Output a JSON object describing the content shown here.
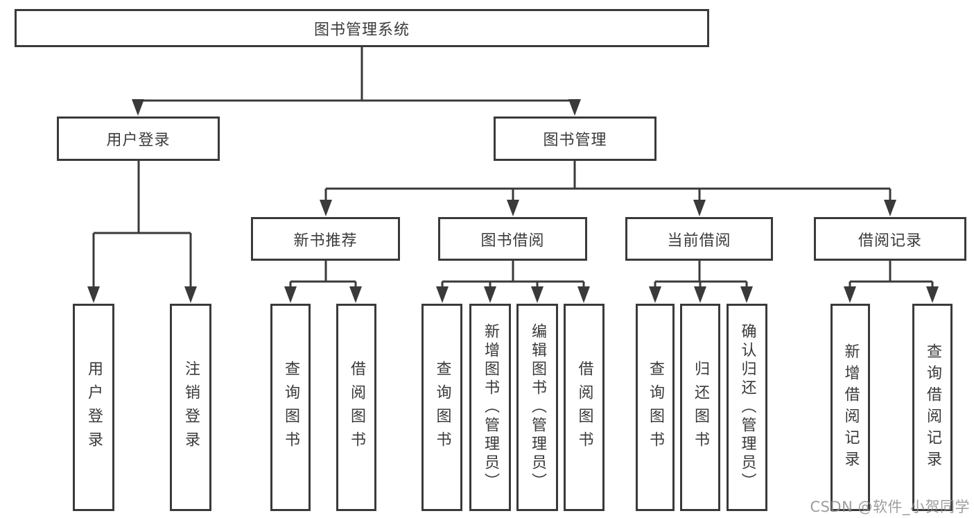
{
  "tree": {
    "label": "图书管理系统",
    "children": [
      {
        "label": "用户登录",
        "children": [
          {
            "label": "用户登录"
          },
          {
            "label": "注销登录"
          }
        ]
      },
      {
        "label": "图书管理",
        "children": [
          {
            "label": "新书推荐",
            "children": [
              {
                "label": "查询图书"
              },
              {
                "label": "借阅图书"
              }
            ]
          },
          {
            "label": "图书借阅",
            "children": [
              {
                "label": "查询图书"
              },
              {
                "label": "新增图书（管理员）"
              },
              {
                "label": "编辑图书（管理员）"
              },
              {
                "label": "借阅图书"
              }
            ]
          },
          {
            "label": "当前借阅",
            "children": [
              {
                "label": "查询图书"
              },
              {
                "label": "归还图书"
              },
              {
                "label": "确认归还（管理员）"
              }
            ]
          },
          {
            "label": "借阅记录",
            "children": [
              {
                "label": "新增借阅记录"
              },
              {
                "label": "查询借阅记录"
              }
            ]
          }
        ]
      }
    ]
  },
  "colors": {
    "line": "#3a3a3a",
    "text": "#3a3a3a",
    "background": "#ffffff",
    "watermark_gray": "#8c8c8c"
  },
  "watermark": "CSDN @软件_小贺同学"
}
